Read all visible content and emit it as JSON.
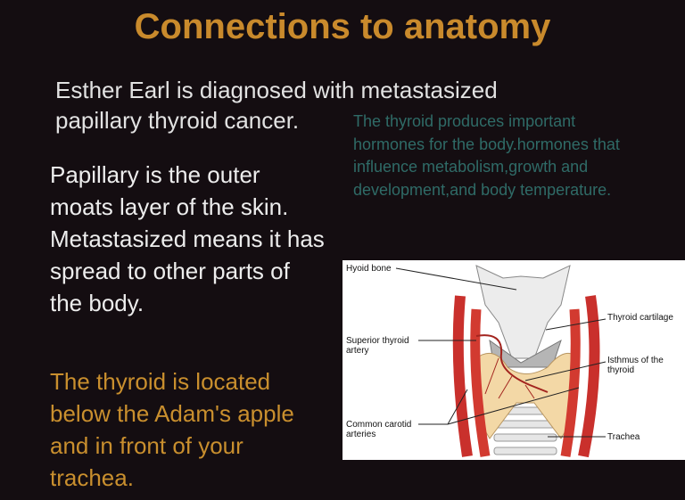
{
  "title": "Connections to anatomy",
  "intro": [
    "Esther Earl is diagnosed with metastasized",
    "papillary thyroid cancer."
  ],
  "definitions": "Papillary is the outer moats layer of the skin. Metastasized means it has spread to other parts of the body.",
  "location": "The thyroid is located below the Adam's apple and in front of your trachea.",
  "function_note": "The thyroid produces important hormones for the body.hormones that influence metabolism,growth and development,and body temperature.",
  "figure": {
    "labels": {
      "hyoid": "Hyoid bone",
      "cartilage": "Thyroid cartilage",
      "superior_1": "Superior thyroid",
      "superior_2": "artery",
      "isthmus_1": "Isthmus of the",
      "isthmus_2": "thyroid",
      "carotid_1": "Common carotid",
      "carotid_2": "arteries",
      "trachea": "Trachea"
    }
  },
  "colors": {
    "background": "#140d11",
    "title": "#c98a2c",
    "teal": "#2f6b67",
    "orange": "#c98f2e"
  }
}
